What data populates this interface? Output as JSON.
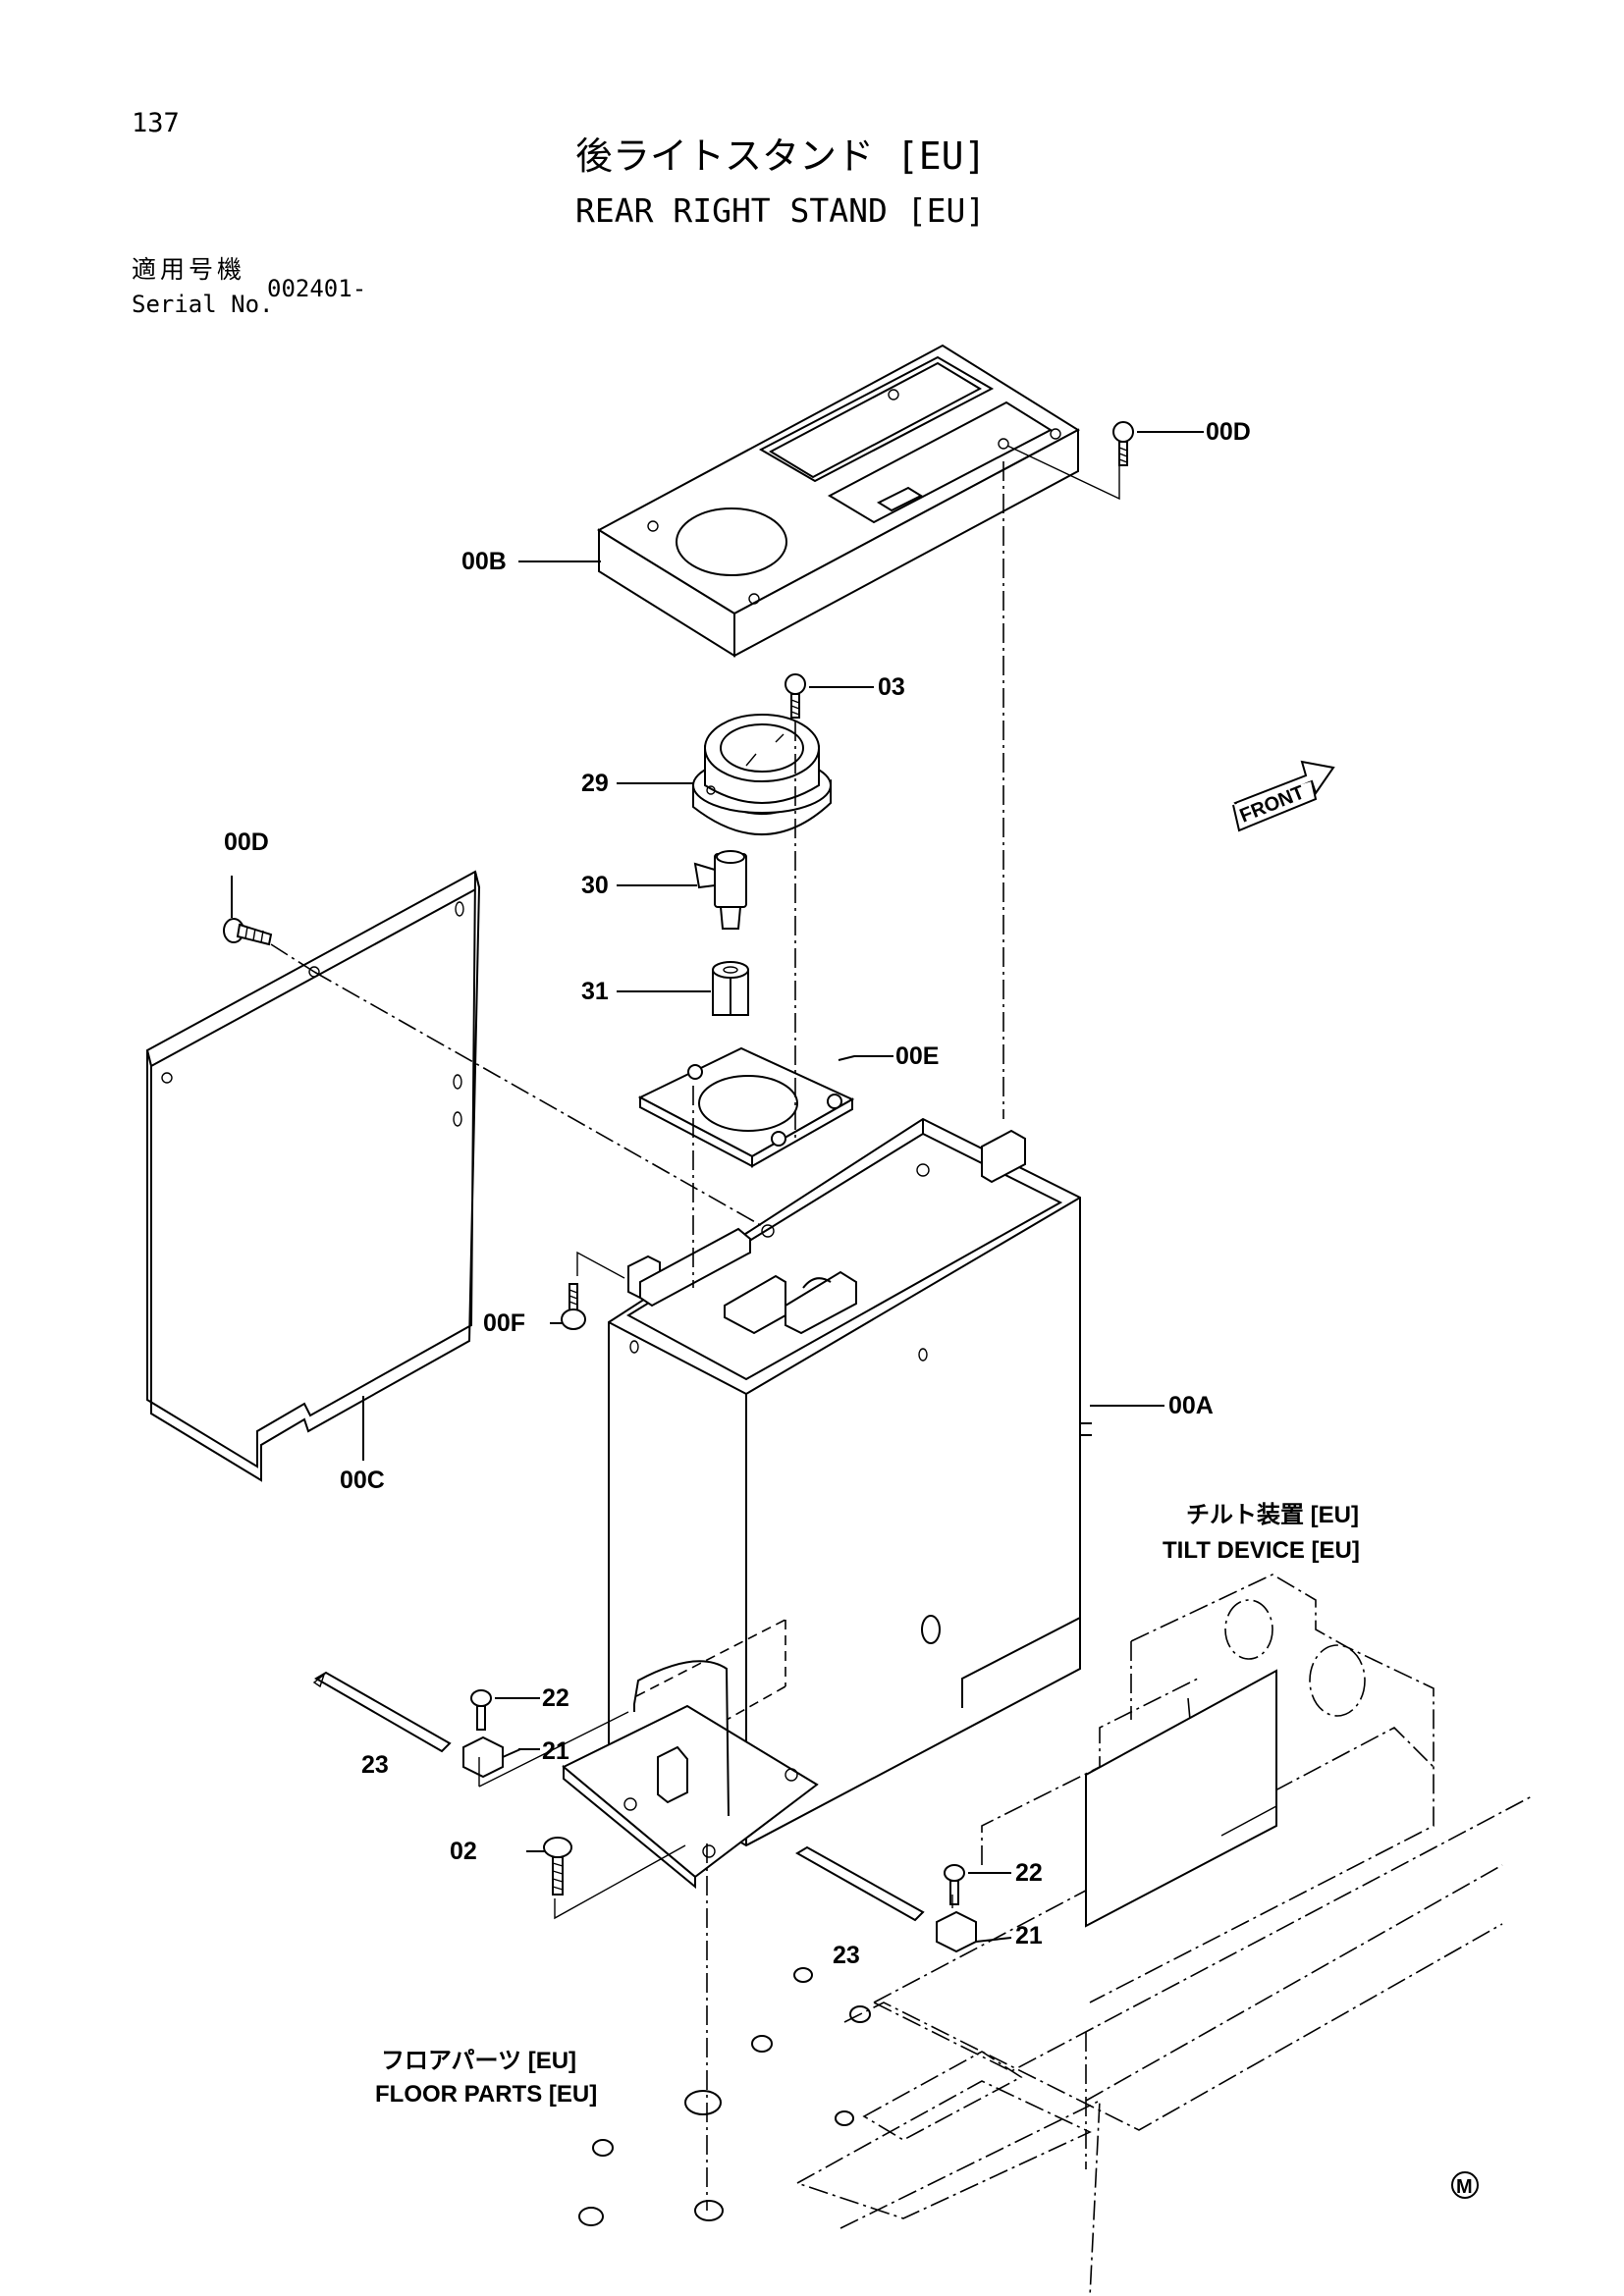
{
  "header": {
    "page_number": "137",
    "title_jp": "後ライトスタンド [EU]",
    "title_en": "REAR RIGHT STAND [EU]",
    "serial_label_jp": "適用号機",
    "serial_label_en": "Serial No.",
    "serial_value": "002401-"
  },
  "labels": {
    "p00D_top": "00D",
    "p00B": "00B",
    "p03": "03",
    "p29": "29",
    "p30": "30",
    "p31": "31",
    "p00D_left": "00D",
    "p00E": "00E",
    "p00F": "00F",
    "p00A": "00A",
    "p00C": "00C",
    "p22_left": "22",
    "p21_left": "21",
    "p23_left": "23",
    "p02": "02",
    "p22_right": "22",
    "p21_right": "21",
    "p23_right": "23"
  },
  "references": {
    "tilt_jp": "チルト装置 [EU]",
    "tilt_en": "TILT DEVICE [EU]",
    "floor_jp": "フロアパーツ [EU]",
    "floor_en": "FLOOR PARTS [EU]"
  },
  "front_arrow_text": "FRONT",
  "corner_mark": "M"
}
